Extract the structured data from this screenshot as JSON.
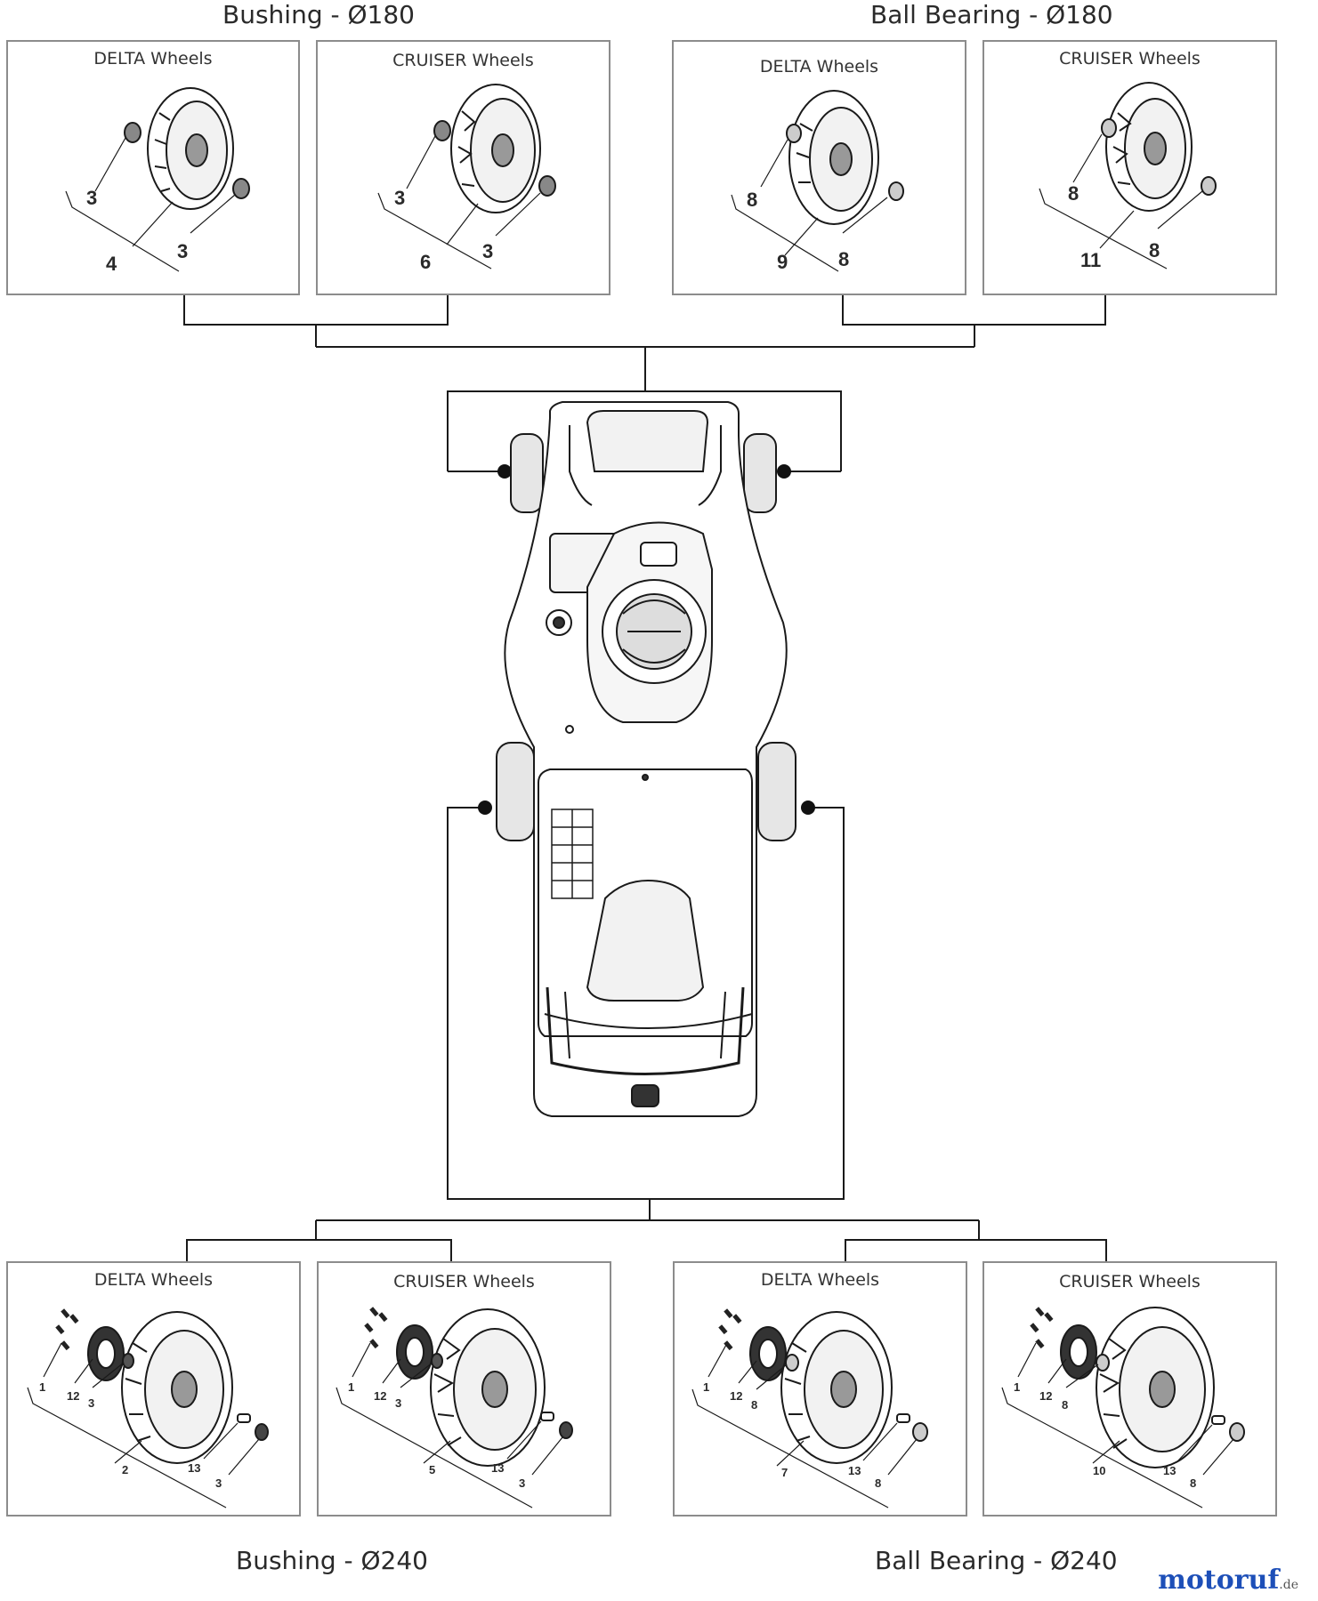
{
  "headings": {
    "top_left": "Bushing - Ø180",
    "top_right": "Ball Bearing - Ø180",
    "bottom_left": "Bushing - Ø240",
    "bottom_right": "Ball Bearing - Ø240"
  },
  "top_panels": [
    {
      "title": "DELTA Wheels",
      "labels": [
        "3",
        "3",
        "4"
      ]
    },
    {
      "title": "CRUISER Wheels",
      "labels": [
        "3",
        "3",
        "6"
      ]
    },
    {
      "title": "DELTA Wheels",
      "labels": [
        "8",
        "8",
        "9"
      ]
    },
    {
      "title": "CRUISER Wheels",
      "labels": [
        "8",
        "8",
        "11"
      ]
    }
  ],
  "bottom_panels": [
    {
      "title": "DELTA Wheels",
      "labels": [
        "1",
        "12",
        "3",
        "2",
        "13",
        "3"
      ]
    },
    {
      "title": "CRUISER Wheels",
      "labels": [
        "1",
        "12",
        "3",
        "5",
        "13",
        "3"
      ]
    },
    {
      "title": "DELTA Wheels",
      "labels": [
        "1",
        "12",
        "8",
        "7",
        "13",
        "8"
      ]
    },
    {
      "title": "CRUISER Wheels",
      "labels": [
        "1",
        "12",
        "8",
        "10",
        "13",
        "8"
      ]
    }
  ],
  "watermark": {
    "text": "motoruf",
    "tld": ".de"
  }
}
